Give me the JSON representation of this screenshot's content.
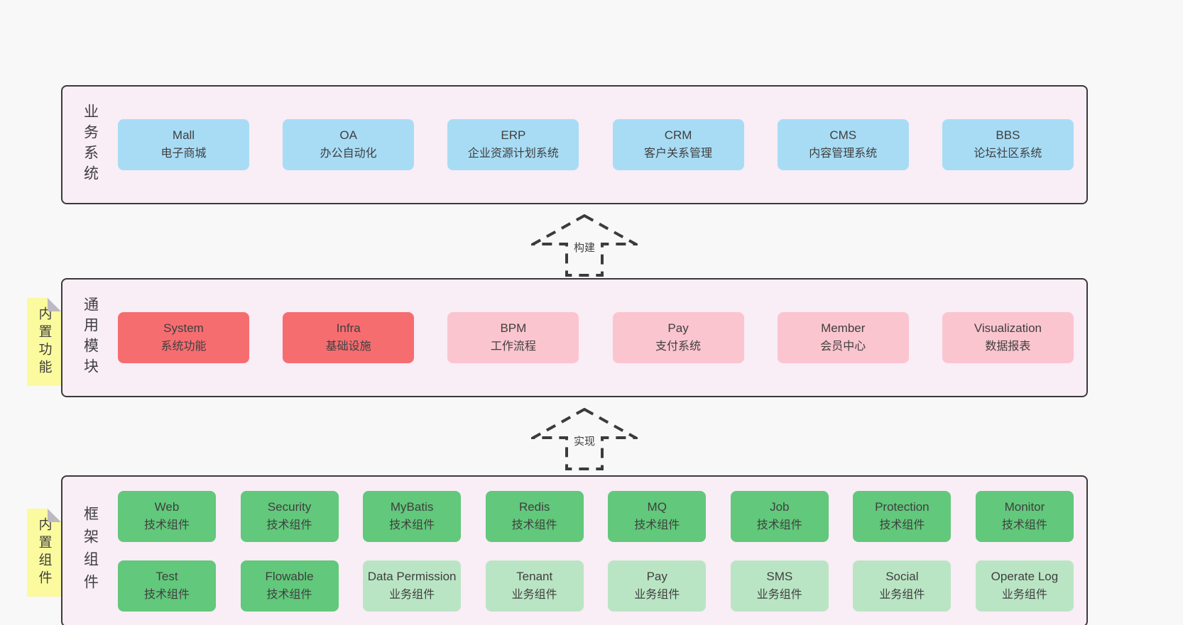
{
  "colors": {
    "page-bg": "#f8f8f8",
    "container-bg": "#f9edf6",
    "container-border": "#3a3a3a",
    "blue": "#a8dcf5",
    "red": "#f66d70",
    "pink": "#fbc5cf",
    "green": "#62c87b",
    "green-light": "#bae5c4",
    "tab-bg": "#fbfa9e",
    "fold": "#bcb9c1",
    "text": "#3f3f3f",
    "arrow": "#3b3b3b"
  },
  "arrows": [
    {
      "label": "构建"
    },
    {
      "label": "实现"
    }
  ],
  "bands": [
    {
      "label": "业务系统",
      "boxes": [
        {
          "title": "Mall",
          "subtitle": "电子商城",
          "type": "blue"
        },
        {
          "title": "OA",
          "subtitle": "办公自动化",
          "type": "blue"
        },
        {
          "title": "ERP",
          "subtitle": "企业资源计划系统",
          "type": "blue"
        },
        {
          "title": "CRM",
          "subtitle": "客户关系管理",
          "type": "blue"
        },
        {
          "title": "CMS",
          "subtitle": "内容管理系统",
          "type": "blue"
        },
        {
          "title": "BBS",
          "subtitle": "论坛社区系统",
          "type": "blue"
        }
      ]
    },
    {
      "tab": "内置功能",
      "label": "通用模块",
      "boxes": [
        {
          "title": "System",
          "subtitle": "系统功能",
          "type": "red"
        },
        {
          "title": "Infra",
          "subtitle": "基础设施",
          "type": "red"
        },
        {
          "title": "BPM",
          "subtitle": "工作流程",
          "type": "pink"
        },
        {
          "title": "Pay",
          "subtitle": "支付系统",
          "type": "pink"
        },
        {
          "title": "Member",
          "subtitle": "会员中心",
          "type": "pink"
        },
        {
          "title": "Visualization",
          "subtitle": "数据报表",
          "type": "pink"
        }
      ]
    },
    {
      "tab": "内置组件",
      "label": "框架组件",
      "rows": [
        [
          {
            "title": "Web",
            "subtitle": "技术组件",
            "type": "green"
          },
          {
            "title": "Security",
            "subtitle": "技术组件",
            "type": "green"
          },
          {
            "title": "MyBatis",
            "subtitle": "技术组件",
            "type": "green"
          },
          {
            "title": "Redis",
            "subtitle": "技术组件",
            "type": "green"
          },
          {
            "title": "MQ",
            "subtitle": "技术组件",
            "type": "green"
          },
          {
            "title": "Job",
            "subtitle": "技术组件",
            "type": "green"
          },
          {
            "title": "Protection",
            "subtitle": "技术组件",
            "type": "green"
          },
          {
            "title": "Monitor",
            "subtitle": "技术组件",
            "type": "green"
          }
        ],
        [
          {
            "title": "Test",
            "subtitle": "技术组件",
            "type": "green"
          },
          {
            "title": "Flowable",
            "subtitle": "技术组件",
            "type": "green"
          },
          {
            "title": "Data Permission",
            "subtitle": "业务组件",
            "type": "green-light"
          },
          {
            "title": "Tenant",
            "subtitle": "业务组件",
            "type": "green-light"
          },
          {
            "title": "Pay",
            "subtitle": "业务组件",
            "type": "green-light"
          },
          {
            "title": "SMS",
            "subtitle": "业务组件",
            "type": "green-light"
          },
          {
            "title": "Social",
            "subtitle": "业务组件",
            "type": "green-light"
          },
          {
            "title": "Operate Log",
            "subtitle": "业务组件",
            "type": "green-light"
          }
        ]
      ]
    }
  ]
}
